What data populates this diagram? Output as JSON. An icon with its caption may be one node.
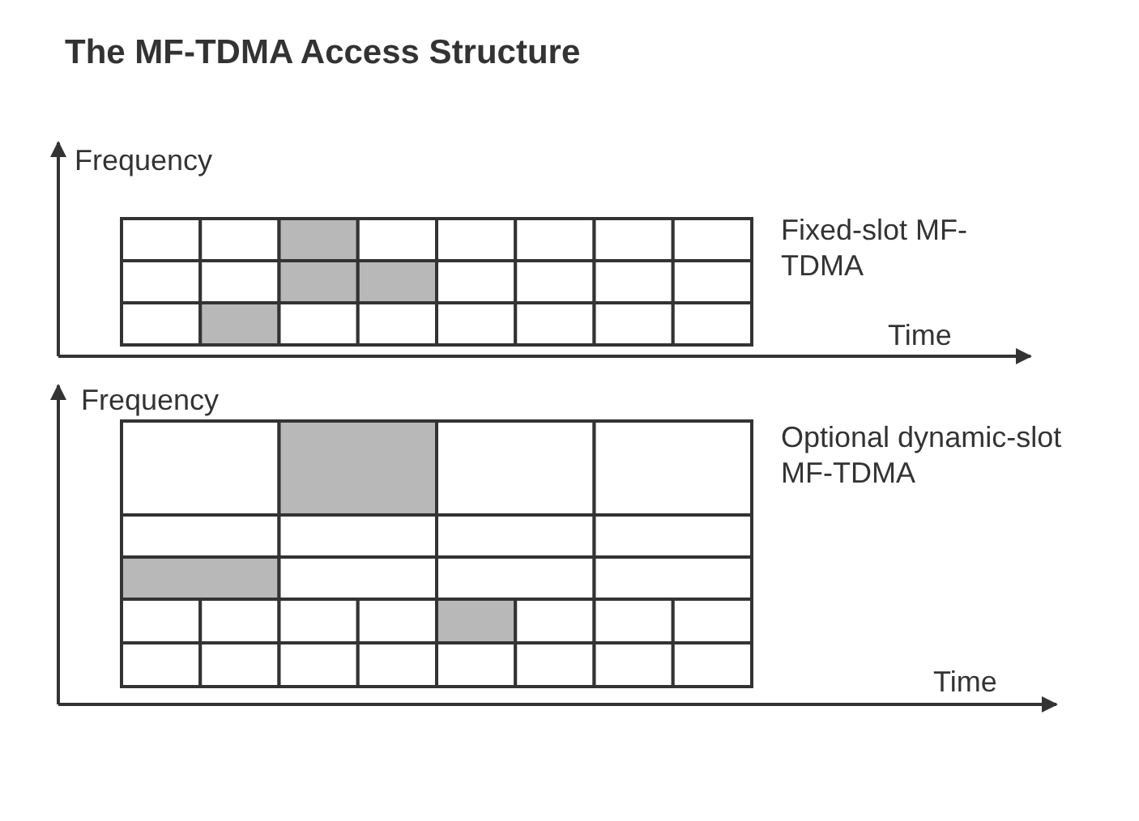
{
  "diagram": {
    "title": "The MF-TDMA Access Structure",
    "labels": [
      "Frequency",
      "Fixed-slot MF-TDMA",
      "Time",
      "Frequency",
      "Optional dynamic-slot MF-TDMA",
      "Time"
    ]
  }
}
